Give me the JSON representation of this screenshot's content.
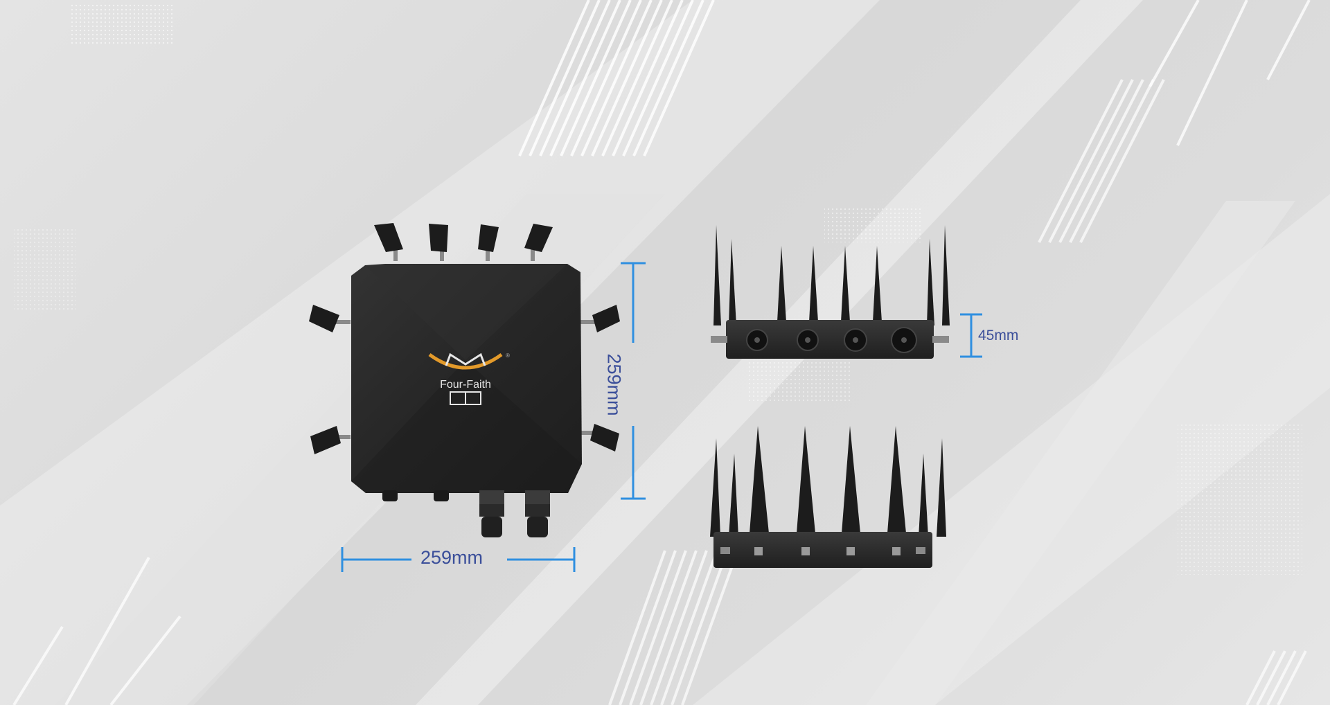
{
  "brand": {
    "name": "Four-Faith",
    "registered_mark": "®"
  },
  "dimensions": {
    "width_label": "259mm",
    "height_label": "259mm",
    "depth_label": "45mm"
  },
  "colors": {
    "dimension_line": "#2f8fe0",
    "dimension_text": "#3b4f9a",
    "device_body": "#2a2a2a",
    "logo_accent": "#e39a2a"
  }
}
